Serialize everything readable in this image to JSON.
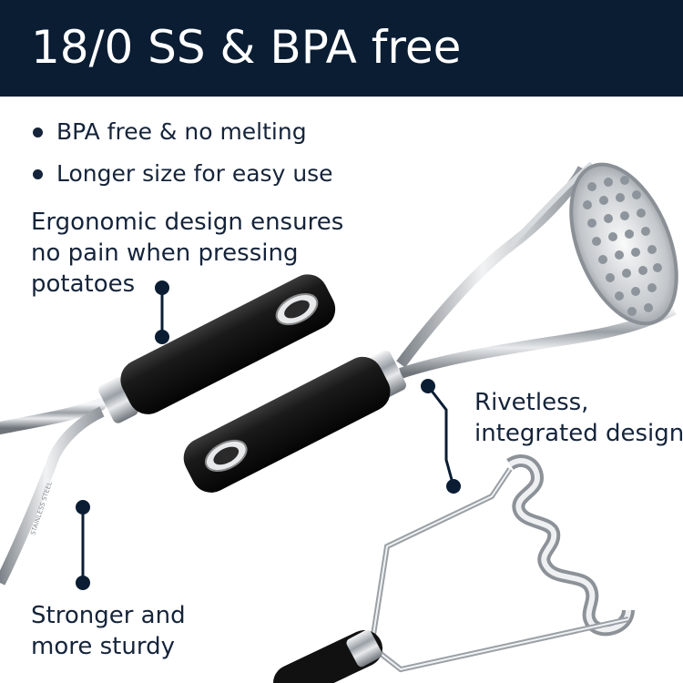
{
  "banner": {
    "title": "18/0 SS & BPA free"
  },
  "bullets": [
    {
      "text": "BPA free & no melting"
    },
    {
      "text": "Longer size for easy use"
    }
  ],
  "callouts": {
    "ergonomic": {
      "line1": "Ergonomic design ensures",
      "line2": "no pain when pressing",
      "line3": "potatoes"
    },
    "rivetless": {
      "line1": "Rivetless,",
      "line2": "integrated design"
    },
    "sturdy": {
      "line1": "Stronger and",
      "line2": "more sturdy"
    }
  },
  "imprint": {
    "text": "STAINLESS STEEL"
  },
  "colors": {
    "navy": "#0a1d33",
    "text": "#15243a",
    "handle": "#131313",
    "steel": "#c9ccd0"
  }
}
